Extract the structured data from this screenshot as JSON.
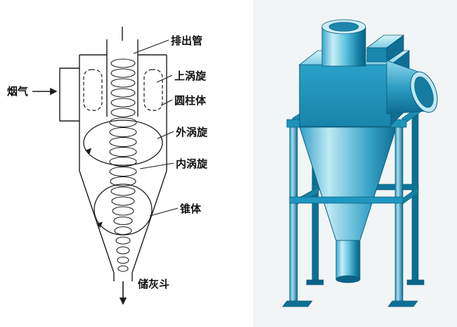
{
  "labels": {
    "flue_gas": "烟气",
    "discharge_pipe": "排出管",
    "upper_vortex": "上涡旋",
    "cylinder_body": "圆柱体",
    "outer_vortex": "外涡旋",
    "inner_vortex": "内涡旋",
    "cone_body": "锥体",
    "ash_hopper": "储灰斗"
  },
  "colors": {
    "line": "#1c1c1c",
    "model_light": "#bfe9f4",
    "model_mid": "#2b9fc6",
    "model_dark": "#0e7096",
    "model_edge": "#0a5d7e",
    "photo_background": "#f1f5f6",
    "background": "#ffffff"
  }
}
